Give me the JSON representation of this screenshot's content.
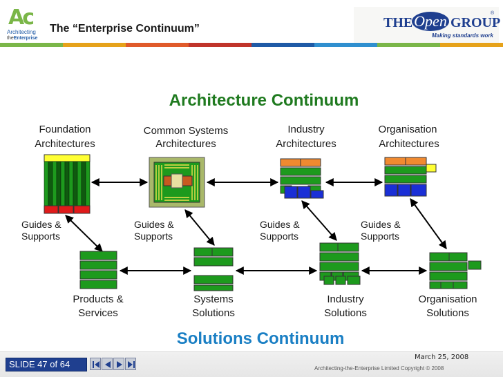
{
  "header": {
    "logo_mark": "Ac",
    "logo_line1": "Architecting",
    "logo_line2_small": "the",
    "logo_line2": "Enterprise",
    "title": "The “Enterprise Continuum”",
    "brand_the": "THE",
    "brand_open": "Open",
    "brand_group": "GROUP",
    "brand_registered": "®",
    "brand_tagline": "Making standards work",
    "colorbar": [
      "#7ab648",
      "#e6a21a",
      "#e05a2a",
      "#c0342a",
      "#1f5aa6",
      "#2f8fcf",
      "#7ab648",
      "#e6a21a"
    ]
  },
  "diagram": {
    "architecture_title": "Architecture Continuum",
    "solutions_title": "Solutions Continuum",
    "architectures": [
      {
        "line1": "Foundation",
        "line2": "Architectures"
      },
      {
        "line1": "Common Systems",
        "line2": "Architectures"
      },
      {
        "line1": "Industry",
        "line2": "Architectures"
      },
      {
        "line1": "Organisation",
        "line2": "Architectures"
      }
    ],
    "solutions": [
      {
        "line1": "Products &",
        "line2": "Services"
      },
      {
        "line1": "Systems",
        "line2": "Solutions"
      },
      {
        "line1": "Industry",
        "line2": "Solutions"
      },
      {
        "line1": "Organisation",
        "line2": "Solutions"
      }
    ],
    "guides": [
      {
        "line1": "Guides &",
        "line2": "Supports"
      },
      {
        "line1": "Guides &",
        "line2": "Supports"
      },
      {
        "line1": "Guides &",
        "line2": "Supports"
      },
      {
        "line1": "Guides &",
        "line2": "Supports"
      }
    ],
    "colors": {
      "architecture_title": "#1f7a1f",
      "solutions_title": "#1a7fc4",
      "block_green": "#1d9a1d",
      "block_orange": "#f08a30",
      "block_blue": "#1a2fd6",
      "block_red": "#e01a1a",
      "block_yellow": "#ffff33"
    }
  },
  "footer": {
    "slide_counter": "SLIDE 47 of 64",
    "date": "March 25, 2008",
    "copyright": "Architecting-the-Enterprise Limited Copyright © 2008"
  }
}
